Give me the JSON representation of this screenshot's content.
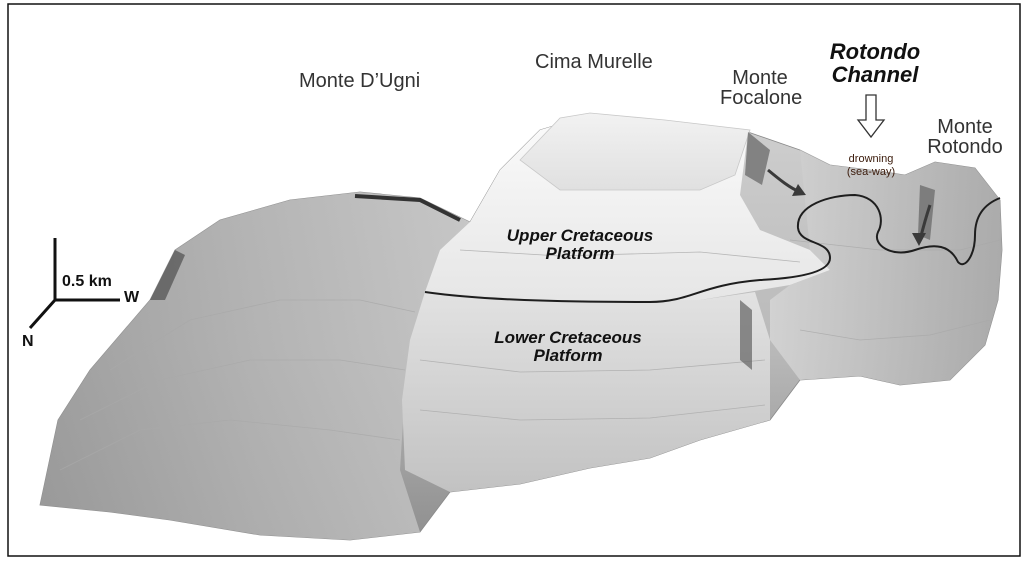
{
  "peaks": {
    "monte_dugni": "Monte D’Ugni",
    "cima_murelle": "Cima Murelle",
    "monte_focalone": [
      "Monte",
      "Focalone"
    ],
    "monte_rotondo": [
      "Monte",
      "Rotondo"
    ]
  },
  "channel": {
    "title": [
      "Rotondo",
      "Channel"
    ],
    "note": [
      "drowning",
      "(sea-way)"
    ]
  },
  "orientation": {
    "scale": "0.5 km",
    "west": "W",
    "north": "N"
  },
  "platforms": {
    "upper": [
      "Upper Cretaceous",
      "Platform"
    ],
    "lower": [
      "Lower Cretaceous",
      "Platform"
    ]
  },
  "colors": {
    "frame": "#111111",
    "contact_line": "#1e1e1e",
    "flow_arrow": "#3a3a3a"
  }
}
